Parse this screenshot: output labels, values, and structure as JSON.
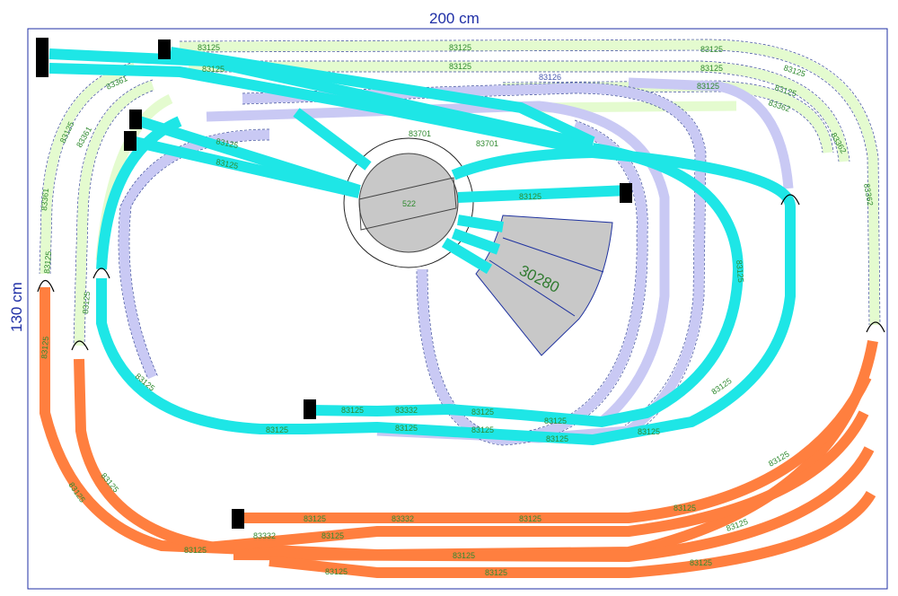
{
  "dimensions": {
    "width_label": "200 cm",
    "height_label": "130 cm"
  },
  "colors": {
    "board_border": "#1f2fa6",
    "cyan_track": "#1ee6e6",
    "orange_track": "#ff7f3f",
    "green_track": "#e4fbcf",
    "blue_track": "#c9c9f4",
    "turntable": "#c8c8c8",
    "roundhouse": "#c8c8c8",
    "bumper": "#000000",
    "label_green": "#2f8a2f"
  },
  "turntable": {
    "label": "522"
  },
  "roundhouse": {
    "label": "30280"
  },
  "labels": {
    "l_top_1": "83125",
    "l_top_2": "83125",
    "l_top_3": "83125",
    "l_top_4": "83125",
    "l_top_5": "83126",
    "l_top_6": "83125",
    "l_top_7": "83125",
    "l_top_8": "83125",
    "l_top_9": "83125",
    "l_top_10": "83362",
    "l_top_11": "83362",
    "l_top_12": "83362",
    "l_left_1": "83125",
    "l_left_2": "83361",
    "l_left_3": "83361",
    "l_left_4": "83125",
    "l_left_5": "83125",
    "l_left_6": "83361",
    "l_left_7": "83125",
    "l_mid_1": "83125",
    "l_mid_2": "83701",
    "l_mid_3": "83701",
    "l_mid_4": "83125",
    "l_mid_5": "83125",
    "l_mid_6": "83125",
    "l_mid_7": "83125",
    "l_right_1": "83125",
    "l_right_2": "83125",
    "l_right_3": "83125",
    "l_low_1": "83125",
    "l_low_2": "83332",
    "l_low_3": "83125",
    "l_low_4": "83125",
    "l_low_5": "83125",
    "l_low_6": "83125",
    "l_low_7": "83125",
    "l_low_8": "83125",
    "l_o_1": "83125",
    "l_o_2": "83332",
    "l_o_3": "83125",
    "l_o_4": "83332",
    "l_o_5": "83125",
    "l_o_6": "83125",
    "l_o_7": "83125",
    "l_o_8": "83125",
    "l_o_9": "83125",
    "l_o_10": "83125",
    "l_o_11": "83125",
    "l_o_12": "83125",
    "l_o_13": "83125",
    "l_o_14": "83125",
    "l_o_15": "83125"
  }
}
